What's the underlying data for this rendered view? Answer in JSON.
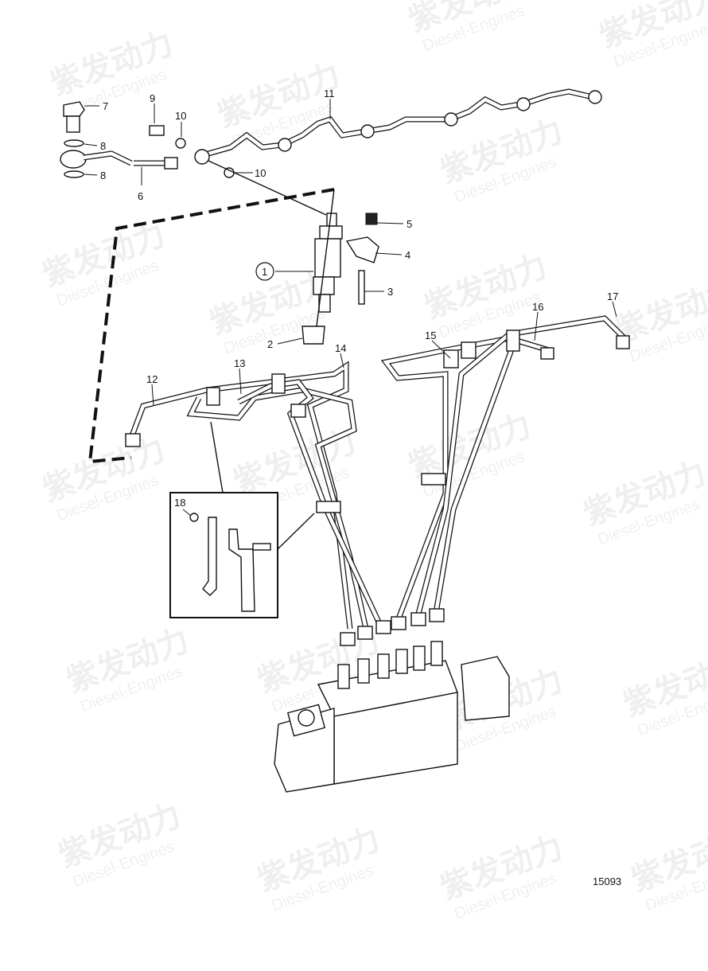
{
  "diagram": {
    "drawing_number": "15093",
    "callouts": [
      "1",
      "2",
      "3",
      "4",
      "5",
      "6",
      "7",
      "8",
      "8",
      "9",
      "10",
      "10",
      "11",
      "12",
      "13",
      "14",
      "15",
      "16",
      "17",
      "18"
    ]
  },
  "watermark": {
    "brand_cn": "紫发动力",
    "brand_en": "Diesel-Engines"
  }
}
